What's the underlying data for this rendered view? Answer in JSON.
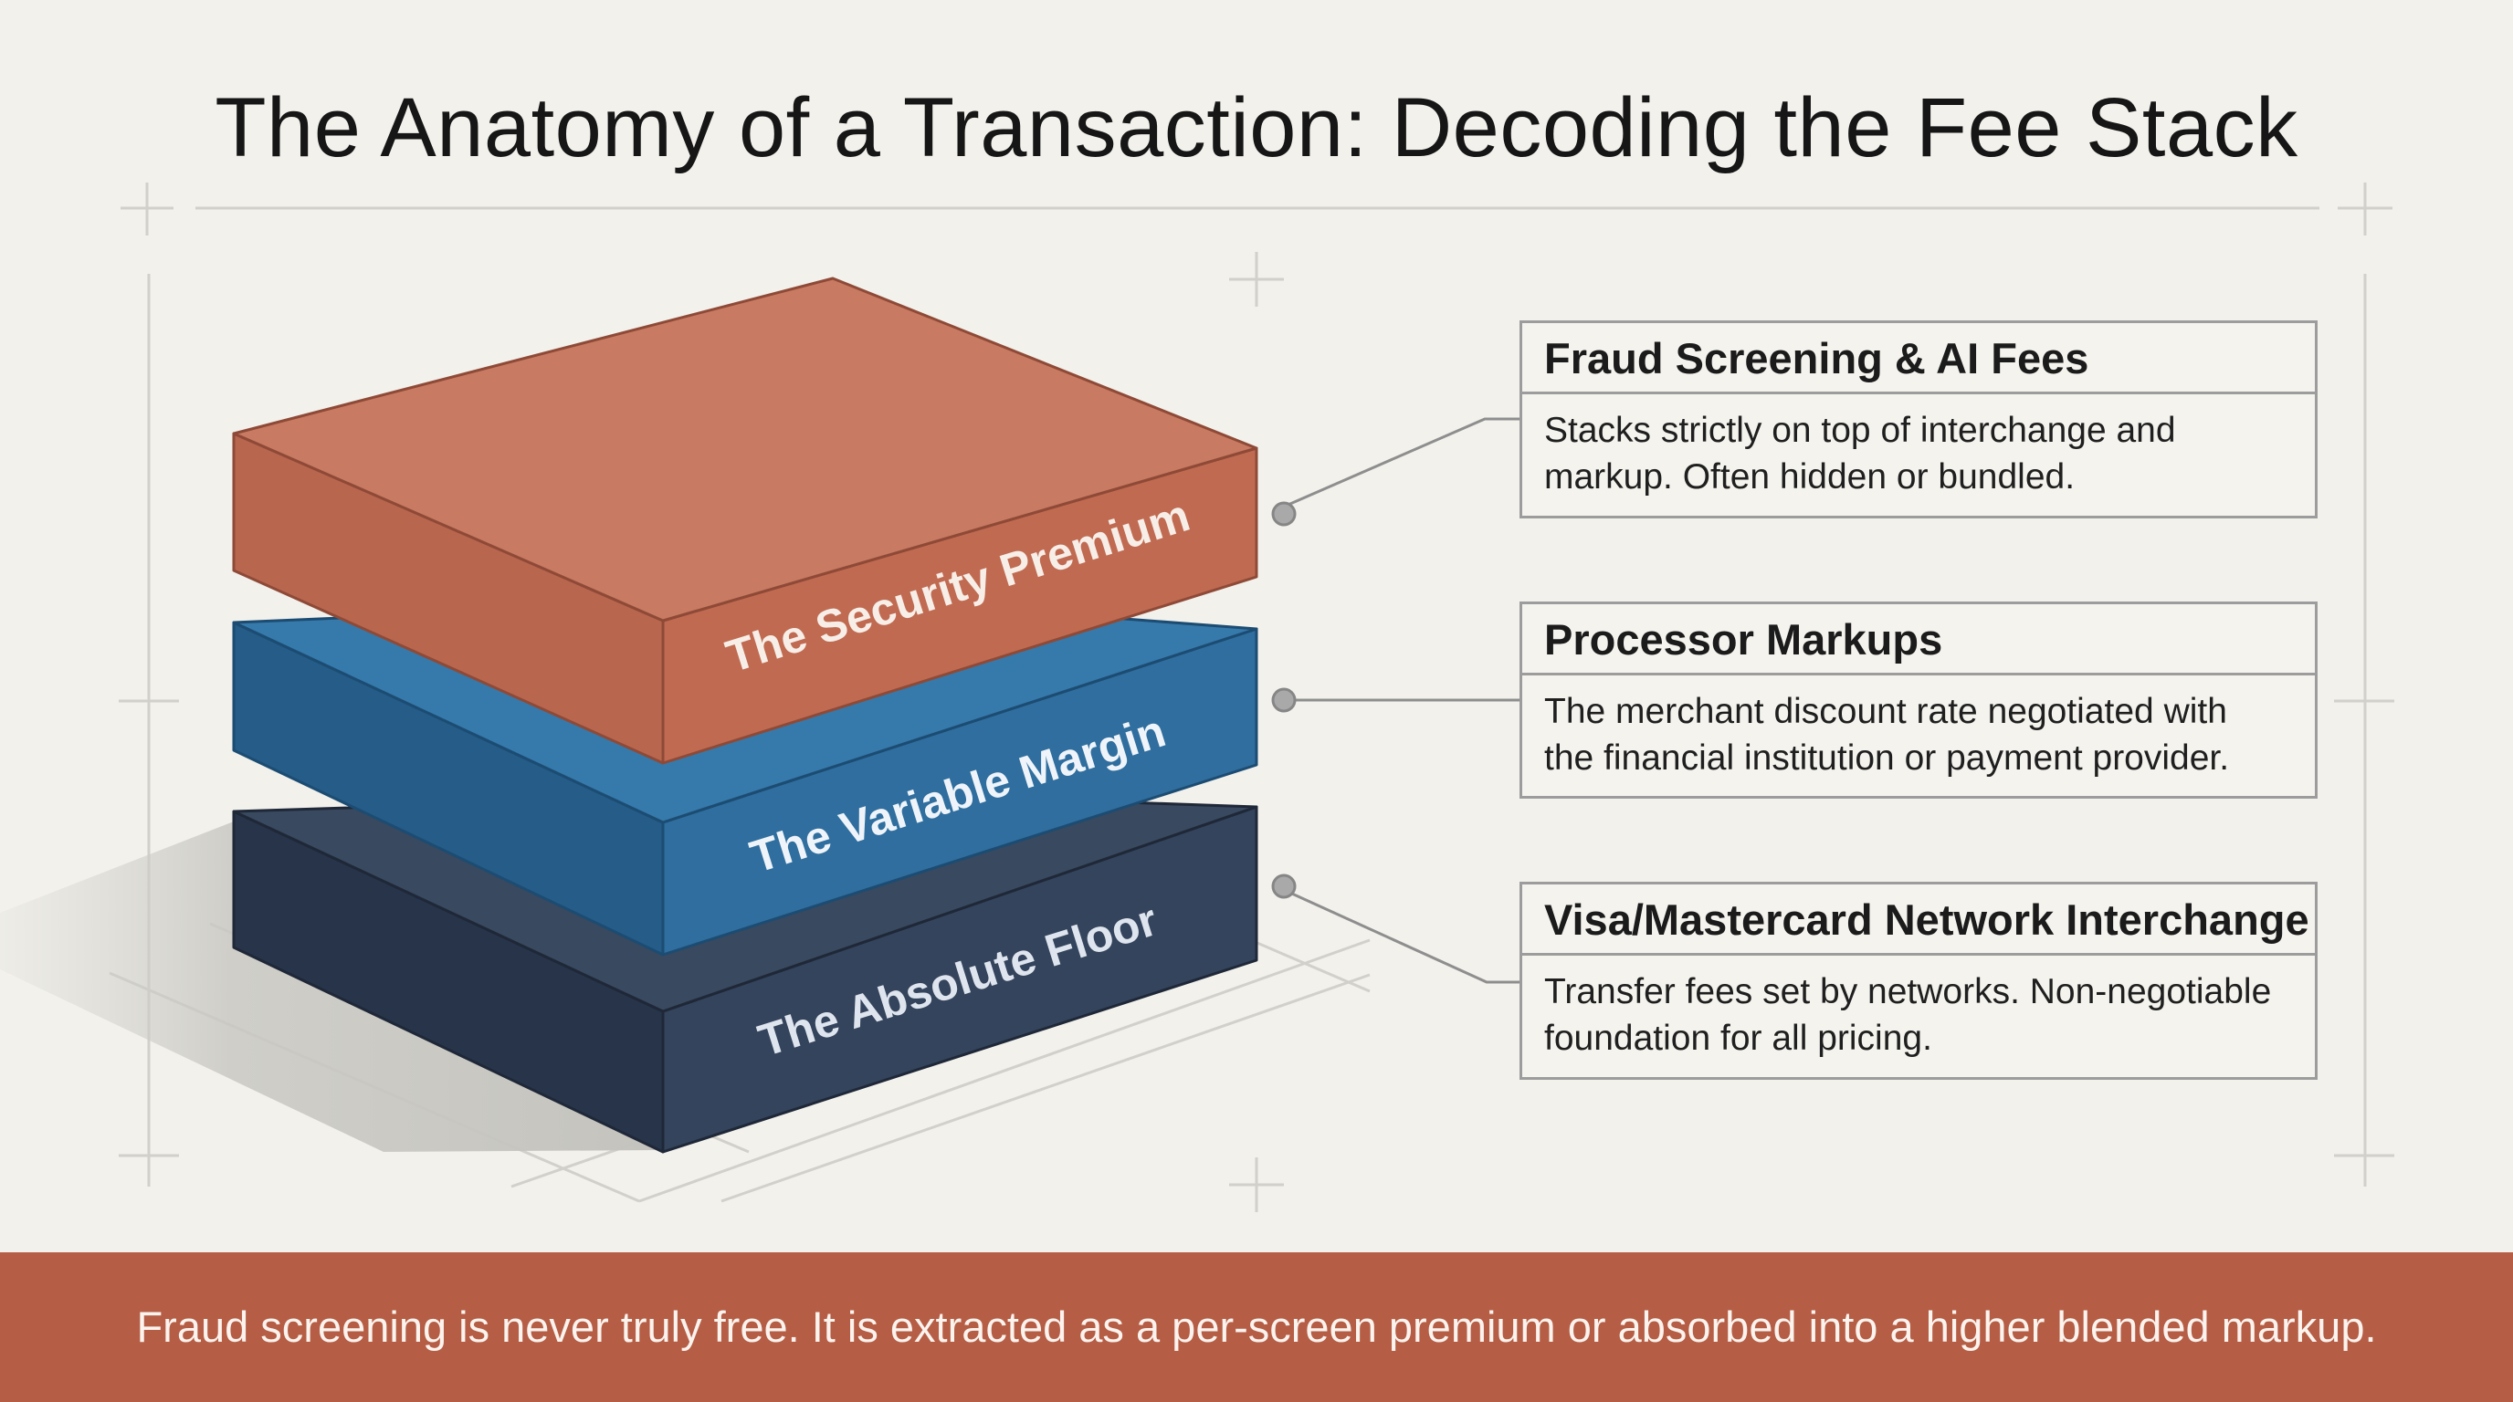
{
  "title": "The Anatomy of a Transaction: Decoding the Fee Stack",
  "layers": [
    {
      "label": "The Security Premium",
      "color": "#c87a62"
    },
    {
      "label": "The Variable Margin",
      "color": "#2f6e9e"
    },
    {
      "label": "The Absolute Floor",
      "color": "#2f3e55"
    }
  ],
  "callouts": [
    {
      "title": "Fraud Screening & AI Fees",
      "lines": [
        "Stacks strictly on top of interchange and",
        "markup. Often hidden or bundled."
      ]
    },
    {
      "title": "Processor Markups",
      "lines": [
        "The merchant discount rate negotiated with",
        "the financial institution or payment provider."
      ]
    },
    {
      "title": "Visa/Mastercard Network Interchange",
      "lines": [
        "Transfer fees set by networks. Non-negotiable",
        "foundation for all pricing."
      ]
    }
  ],
  "footer": {
    "text": "Fraud screening is never truly free. It is extracted as a per-screen premium or absorbed into a higher blended markup.",
    "color": "#b55d45"
  }
}
